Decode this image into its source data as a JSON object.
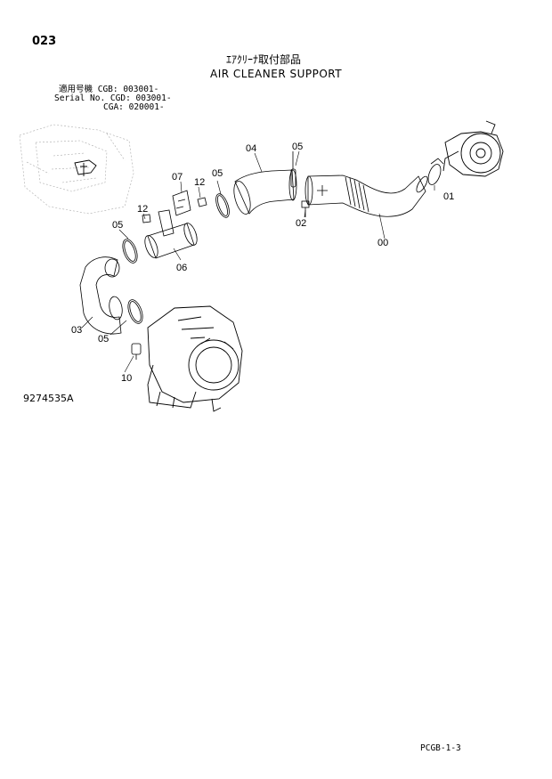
{
  "header": {
    "page_number": "023",
    "title_jp": "ｴｱｸﾘｰﾅ取付部品",
    "title_en": "AIR CLEANER SUPPORT",
    "serial_lines": [
      "適用号機  CGB: 003001-",
      "Serial No. CGD: 003001-",
      "CGA: 020001-"
    ]
  },
  "diagram": {
    "part_labels": {
      "p00": "00",
      "p01": "01",
      "p02": "02",
      "p03": "03",
      "p04": "04",
      "p05a": "05",
      "p05b": "05",
      "p05c": "05",
      "p05d": "05",
      "p06": "06",
      "p07": "07",
      "p10": "10",
      "p12a": "12",
      "p12b": "12"
    }
  },
  "footer": {
    "drawing_number": "9274535A",
    "sheet_code": "PCGB-1-3"
  }
}
